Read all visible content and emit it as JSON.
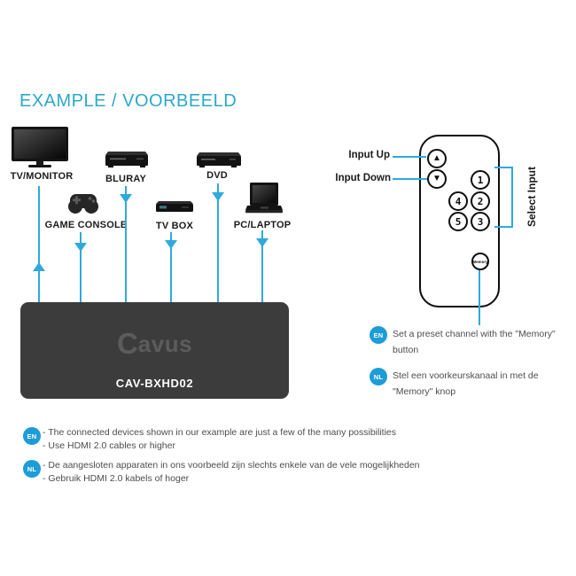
{
  "title": "EXAMPLE / VOORBEELD",
  "colors": {
    "accent": "#2BA8CA",
    "line": "#2FA9DB",
    "badge": "#1E9CD8",
    "box": "#3C3C3C",
    "box_logo": "#5C5C5C",
    "ink": "#1B1B1B",
    "note": "#4D4D4D"
  },
  "devices": {
    "tv_monitor": {
      "label": "TV/MONITOR"
    },
    "bluray": {
      "label": "BLURAY"
    },
    "dvd": {
      "label": "DVD"
    },
    "game_console": {
      "label": "GAME CONSOLE"
    },
    "tv_box": {
      "label": "TV BOX"
    },
    "pc_laptop": {
      "label": "PC/LAPTOP"
    }
  },
  "switch_box": {
    "brand_initial": "C",
    "brand_rest": "avus",
    "model": "CAV-BXHD02"
  },
  "remote": {
    "input_up_label": "Input Up",
    "input_down_label": "Input Down",
    "select_input_label": "Select Input",
    "button_up": "▲",
    "button_down": "▼",
    "button_1": "1",
    "button_2": "2",
    "button_3": "3",
    "button_4": "4",
    "button_5": "5",
    "button_memory": "Memory"
  },
  "memory_note_en": {
    "badge": "EN",
    "line1": "Set a preset channel with the \"Memory\"",
    "line2": "button"
  },
  "memory_note_nl": {
    "badge": "NL",
    "line1": "Stel een voorkeurskanaal in met de",
    "line2": "\"Memory\" knop"
  },
  "footer_note_en": {
    "badge": "EN",
    "line1": "- The connected devices shown in our example are just a few of the many possibilities",
    "line2": "- Use HDMI 2.0 cables or higher"
  },
  "footer_note_nl": {
    "badge": "NL",
    "line1": "- De aangesloten apparaten in ons voorbeeld zijn slechts enkele van de vele mogelijkheden",
    "line2": "- Gebruik HDMI 2.0 kabels of hoger"
  }
}
